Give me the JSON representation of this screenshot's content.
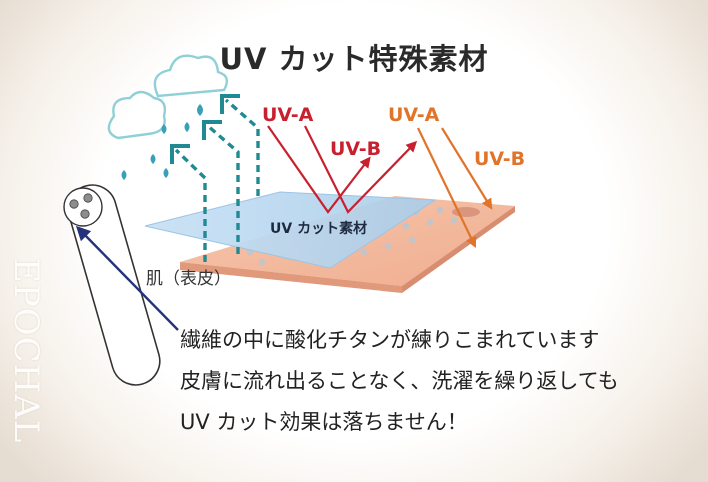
{
  "title": "UV カット特殊素材",
  "labels": {
    "uva_red": "UV-A",
    "uvb_red": "UV-B",
    "uva_orange": "UV-A",
    "uvb_orange": "UV-B",
    "material": "UV カット素材",
    "skin": "肌（表皮）"
  },
  "description": [
    "繊維の中に酸化チタンが練りこまれています",
    "皮膚に流れ出ることなく、洗濯を繰り返しても",
    "UV カット効果は落ちません！"
  ],
  "brand": "EPOCHAL",
  "colors": {
    "uv_red": "#c8202e",
    "uv_orange": "#e0742a",
    "teal": "#1f8a92",
    "navy_arrow": "#24327a",
    "skin": "#f3b79c",
    "material": "#b9d7f0"
  },
  "icons": [
    "cloud-icon",
    "water-drop-icon",
    "fiber-capsule-icon"
  ]
}
